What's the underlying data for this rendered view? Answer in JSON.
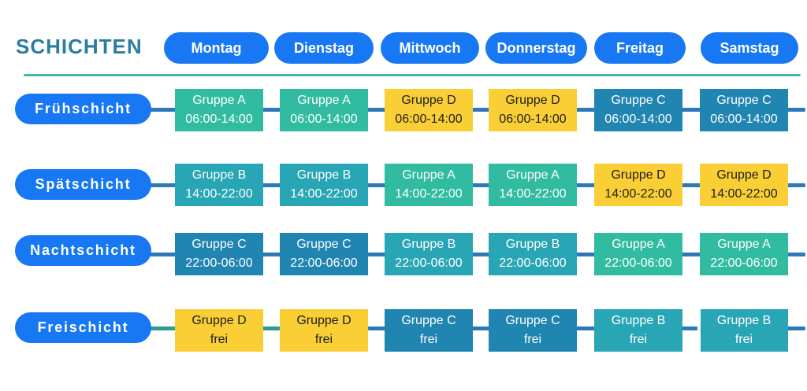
{
  "title": "SCHICHTEN",
  "days": [
    "Montag",
    "Dienstag",
    "Mittwoch",
    "Donnerstag",
    "Freitag",
    "Samstag"
  ],
  "shifts": [
    {
      "label": "Frühschicht",
      "cells": [
        {
          "group": "Gruppe A",
          "time": "06:00-14:00",
          "variant": "a"
        },
        {
          "group": "Gruppe A",
          "time": "06:00-14:00",
          "variant": "a"
        },
        {
          "group": "Gruppe D",
          "time": "06:00-14:00",
          "variant": "d"
        },
        {
          "group": "Gruppe D",
          "time": "06:00-14:00",
          "variant": "d"
        },
        {
          "group": "Gruppe C",
          "time": "06:00-14:00",
          "variant": "c"
        },
        {
          "group": "Gruppe C",
          "time": "06:00-14:00",
          "variant": "c"
        }
      ]
    },
    {
      "label": "Spätschicht",
      "cells": [
        {
          "group": "Gruppe B",
          "time": "14:00-22:00",
          "variant": "b"
        },
        {
          "group": "Gruppe B",
          "time": "14:00-22:00",
          "variant": "b"
        },
        {
          "group": "Gruppe A",
          "time": "14:00-22:00",
          "variant": "a"
        },
        {
          "group": "Gruppe A",
          "time": "14:00-22:00",
          "variant": "a"
        },
        {
          "group": "Gruppe D",
          "time": "14:00-22:00",
          "variant": "d"
        },
        {
          "group": "Gruppe D",
          "time": "14:00-22:00",
          "variant": "d"
        }
      ]
    },
    {
      "label": "Nachtschicht",
      "cells": [
        {
          "group": "Gruppe C",
          "time": "22:00-06:00",
          "variant": "c"
        },
        {
          "group": "Gruppe C",
          "time": "22:00-06:00",
          "variant": "c"
        },
        {
          "group": "Gruppe B",
          "time": "22:00-06:00",
          "variant": "b"
        },
        {
          "group": "Gruppe B",
          "time": "22:00-06:00",
          "variant": "b"
        },
        {
          "group": "Gruppe A",
          "time": "22:00-06:00",
          "variant": "a"
        },
        {
          "group": "Gruppe A",
          "time": "22:00-06:00",
          "variant": "a"
        }
      ]
    },
    {
      "label": "Freischicht",
      "cells": [
        {
          "group": "Gruppe D",
          "time": "frei",
          "variant": "d"
        },
        {
          "group": "Gruppe D",
          "time": "frei",
          "variant": "d"
        },
        {
          "group": "Gruppe C",
          "time": "frei",
          "variant": "c"
        },
        {
          "group": "Gruppe C",
          "time": "frei",
          "variant": "c"
        },
        {
          "group": "Gruppe B",
          "time": "frei",
          "variant": "b"
        },
        {
          "group": "Gruppe B",
          "time": "frei",
          "variant": "b"
        }
      ]
    }
  ],
  "colors": {
    "pill_blue": "#1877F2",
    "title_teal": "#2B7C9F",
    "underline_teal": "#3CBBA4",
    "connector_blue": "#2C78B8",
    "connector_teal": "#2E9C91",
    "group_a": "#31BCA1",
    "group_b": "#29A6B5",
    "group_c": "#2185B2",
    "group_d": "#F9CF35",
    "cell_text_light": "#FFFFFF",
    "cell_text_dark": "#1E1E1E"
  }
}
